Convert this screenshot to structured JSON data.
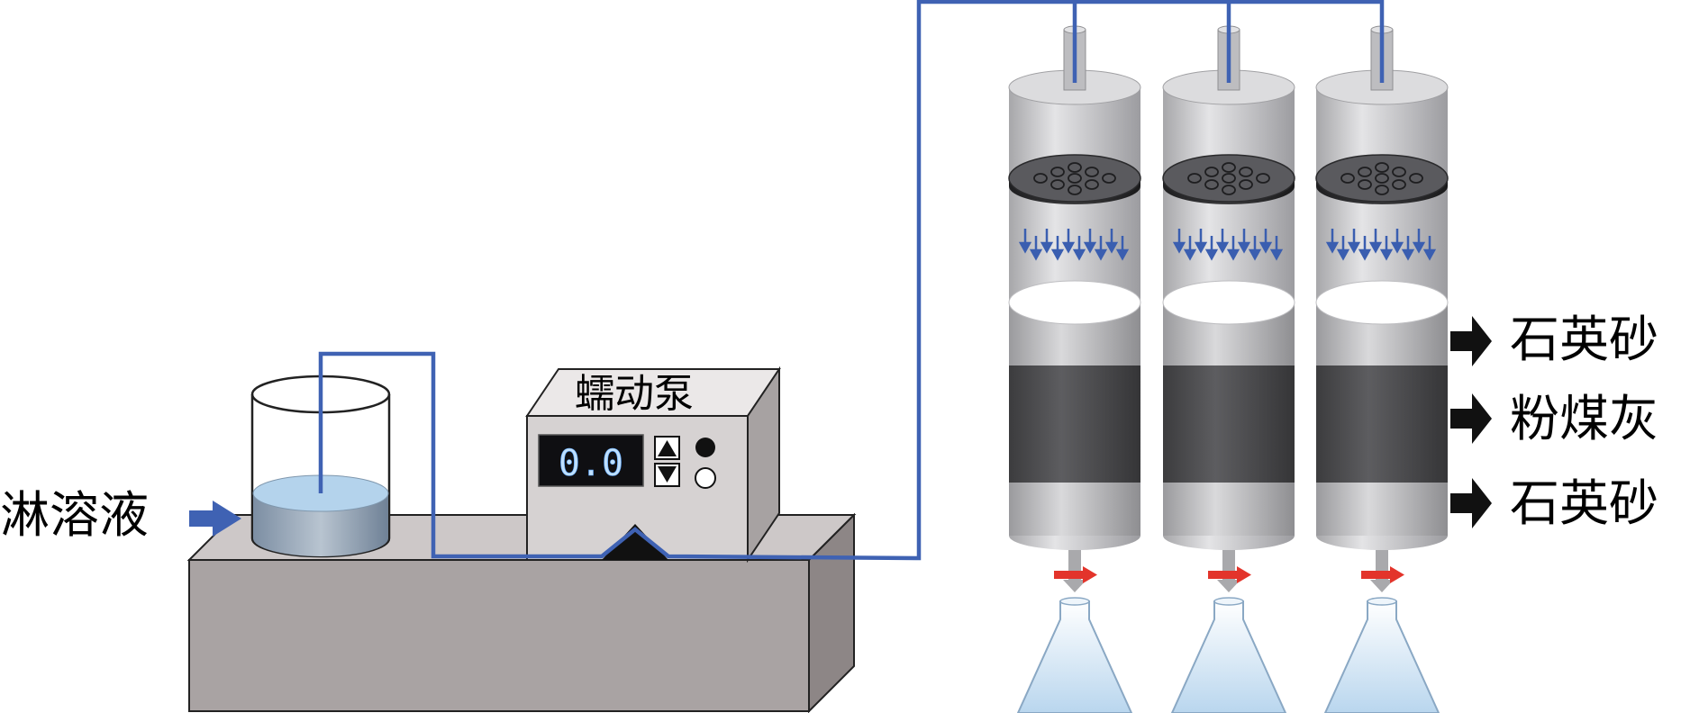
{
  "labels": {
    "eluent": "淋溶液",
    "pump": "蠕动泵",
    "pump_display": "0.0",
    "layer_top": "石英砂",
    "layer_middle": "粉煤灰",
    "layer_bottom": "石英砂"
  },
  "colors": {
    "tube": "#3f62b3",
    "liquid": "#a9cbe7",
    "column_body": "#c5c5c8",
    "fly_ash": "#4d4d4f",
    "flow_out": "#e3342b",
    "bench": "#a9a3a3",
    "pump_case": "#d6d2d2",
    "flask": "#cfe3f2"
  },
  "icons": [
    "right-arrow-icon",
    "down-arrow-icon",
    "up-down-button-icon"
  ]
}
